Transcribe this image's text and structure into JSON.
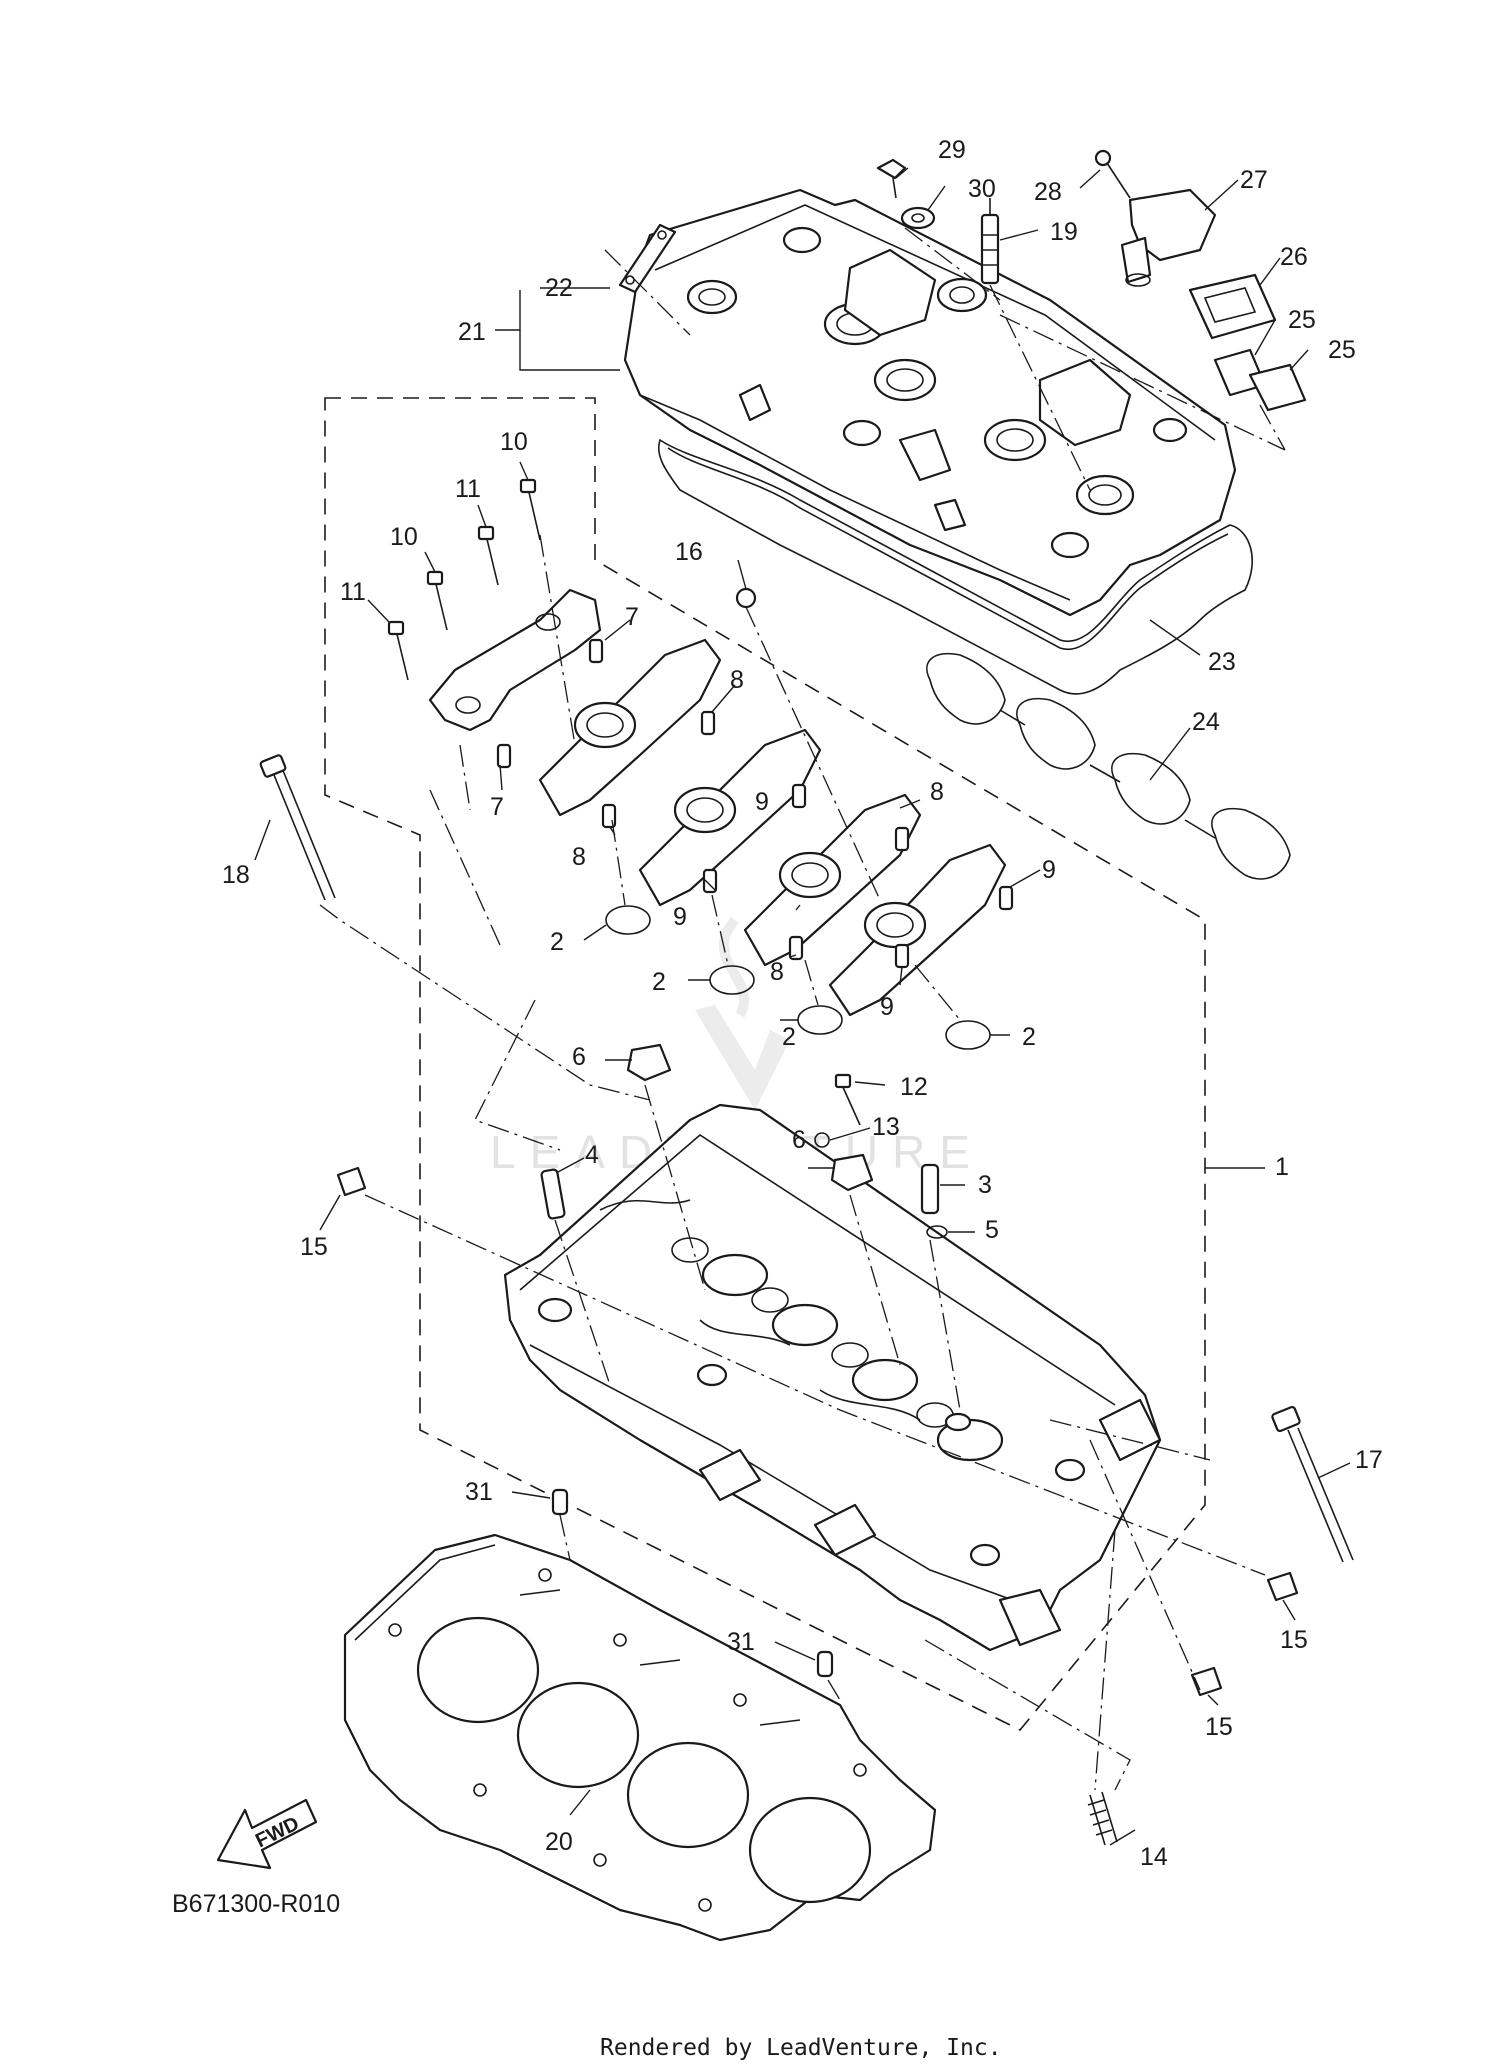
{
  "diagram": {
    "code": "B671300-R010",
    "footer": "Rendered by LeadVenture, Inc.",
    "watermark": "LEADVENTURE",
    "fwd_label": "FWD",
    "callouts": [
      {
        "id": "c29",
        "label": "29"
      },
      {
        "id": "c30",
        "label": "30"
      },
      {
        "id": "c19",
        "label": "19"
      },
      {
        "id": "c28",
        "label": "28"
      },
      {
        "id": "c27",
        "label": "27"
      },
      {
        "id": "c26",
        "label": "26"
      },
      {
        "id": "c25a",
        "label": "25"
      },
      {
        "id": "c25b",
        "label": "25"
      },
      {
        "id": "c22",
        "label": "22"
      },
      {
        "id": "c21",
        "label": "21"
      },
      {
        "id": "c23",
        "label": "23"
      },
      {
        "id": "c24",
        "label": "24"
      },
      {
        "id": "c10a",
        "label": "10"
      },
      {
        "id": "c11a",
        "label": "11"
      },
      {
        "id": "c10b",
        "label": "10"
      },
      {
        "id": "c11b",
        "label": "11"
      },
      {
        "id": "c7a",
        "label": "7"
      },
      {
        "id": "c7b",
        "label": "7"
      },
      {
        "id": "c8a",
        "label": "8"
      },
      {
        "id": "c8b",
        "label": "8"
      },
      {
        "id": "c8c",
        "label": "8"
      },
      {
        "id": "c8d",
        "label": "8"
      },
      {
        "id": "c9a",
        "label": "9"
      },
      {
        "id": "c9b",
        "label": "9"
      },
      {
        "id": "c9c",
        "label": "9"
      },
      {
        "id": "c9d",
        "label": "9"
      },
      {
        "id": "c16",
        "label": "16"
      },
      {
        "id": "c18",
        "label": "18"
      },
      {
        "id": "c2a",
        "label": "2"
      },
      {
        "id": "c2b",
        "label": "2"
      },
      {
        "id": "c2c",
        "label": "2"
      },
      {
        "id": "c2d",
        "label": "2"
      },
      {
        "id": "c6a",
        "label": "6"
      },
      {
        "id": "c6b",
        "label": "6"
      },
      {
        "id": "c12",
        "label": "12"
      },
      {
        "id": "c13",
        "label": "13"
      },
      {
        "id": "c4",
        "label": "4"
      },
      {
        "id": "c3",
        "label": "3"
      },
      {
        "id": "c5",
        "label": "5"
      },
      {
        "id": "c1",
        "label": "1"
      },
      {
        "id": "c15a",
        "label": "15"
      },
      {
        "id": "c15b",
        "label": "15"
      },
      {
        "id": "c15c",
        "label": "15"
      },
      {
        "id": "c17",
        "label": "17"
      },
      {
        "id": "c31a",
        "label": "31"
      },
      {
        "id": "c31b",
        "label": "31"
      },
      {
        "id": "c20",
        "label": "20"
      },
      {
        "id": "c14",
        "label": "14"
      }
    ]
  }
}
